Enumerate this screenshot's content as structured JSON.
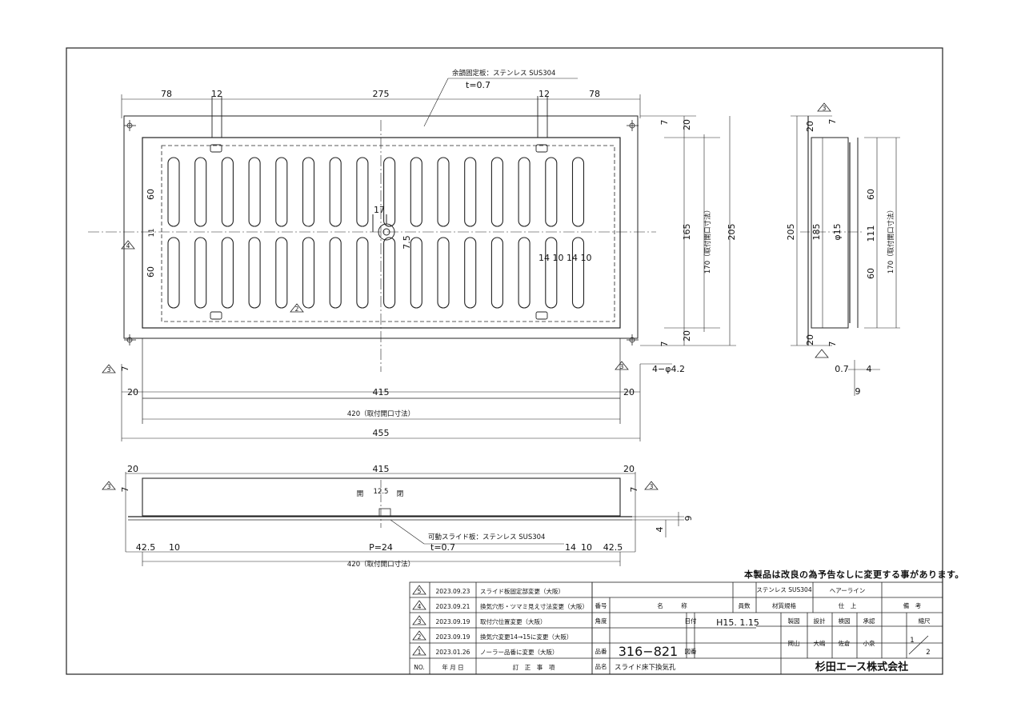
{
  "dimensions": {
    "top": {
      "d78a": "78",
      "d12a": "12",
      "d275": "275",
      "d12b": "12",
      "d78b": "78"
    },
    "material_label": "余韻固定板：ステンレス SUS304",
    "t07": "t=0.7",
    "bottom": {
      "d20a": "20",
      "d415": "415",
      "d20b": "20",
      "d420": "420（取付開口寸法）",
      "d455": "455"
    },
    "right": {
      "d20a": "20",
      "d7a": "7",
      "d165": "165",
      "d170": "170（取付開口寸法）",
      "d205": "205",
      "d20b": "20",
      "d7b": "7"
    },
    "inner": {
      "d60a": "60",
      "d11": "11",
      "d60b": "60",
      "d17": "17",
      "d75": "7.5",
      "pitch": "14 10 14 10"
    },
    "hole": "4−φ4.2",
    "left7": "7",
    "side": {
      "d20a": "20",
      "d7a": "7",
      "d205": "205",
      "d185": "185",
      "d15": "φ15",
      "d60a": "60",
      "d111": "111",
      "d60b": "60",
      "d170": "170（取付開口寸法）",
      "d20b": "20",
      "d7b": "7",
      "d07": "0.7",
      "d4": "4",
      "d9": "9"
    },
    "front": {
      "d20a": "20",
      "d415": "415",
      "d20b": "20",
      "d7a": "7",
      "d7b": "7",
      "d125": "12.5",
      "open": "開",
      "close": "閉",
      "d9": "9",
      "d4": "4",
      "slide_label": "可動スライド板：ステンレス SUS304",
      "t07": "t=0.7",
      "d425a": "42.5",
      "d10a": "10",
      "pitch": "P=24",
      "d14": "14",
      "d10b": "10",
      "d425b": "42.5",
      "d420": "420（取付開口寸法）"
    }
  },
  "revision_marks": [
    "4",
    "2",
    "3",
    "3",
    "3",
    "3",
    "3"
  ],
  "note": "本製品は改良の為予告なしに変更する事があります。",
  "revisions": [
    {
      "no": "5",
      "date": "2023.09.23",
      "desc": "スライド板固定部変更（大阪）"
    },
    {
      "no": "4",
      "date": "2023.09.21",
      "desc": "換気穴形・ツマミ見え寸法変更（大阪）"
    },
    {
      "no": "3",
      "date": "2023.09.19",
      "desc": "取付穴位置変更（大阪）"
    },
    {
      "no": "2",
      "date": "2023.09.19",
      "desc": "換気穴変更14→15に変更（大阪）"
    },
    {
      "no": "1",
      "date": "2023.01.26",
      "desc": "ノーラー品番に変更（大阪）"
    }
  ],
  "rev_header": {
    "no": "NO.",
    "date": "年 月 日",
    "desc": "訂　正　事　項"
  },
  "title_block": {
    "material": "ステンレス SUS304",
    "finish": "ヘアーライン",
    "h_no": "番号",
    "h_name": "名　　　称",
    "h_qty": "員数",
    "h_material": "材質規格",
    "h_finish": "仕　上",
    "h_remark": "備　考",
    "h_angle": "角度",
    "h_date": "日付",
    "date": "H15. 1.15",
    "roles": [
      "製図",
      "設計",
      "検図",
      "承認",
      "縮尺"
    ],
    "names": [
      "岡山",
      "大嶋",
      "佐倉",
      "小泉"
    ],
    "h_part_no": "品番",
    "part_no": "316−821",
    "h_drawing": "図番",
    "scale_n": "1",
    "scale_d": "2",
    "h_product": "品名",
    "product": "スライド床下換気孔",
    "company": "杉田エース株式会社"
  }
}
